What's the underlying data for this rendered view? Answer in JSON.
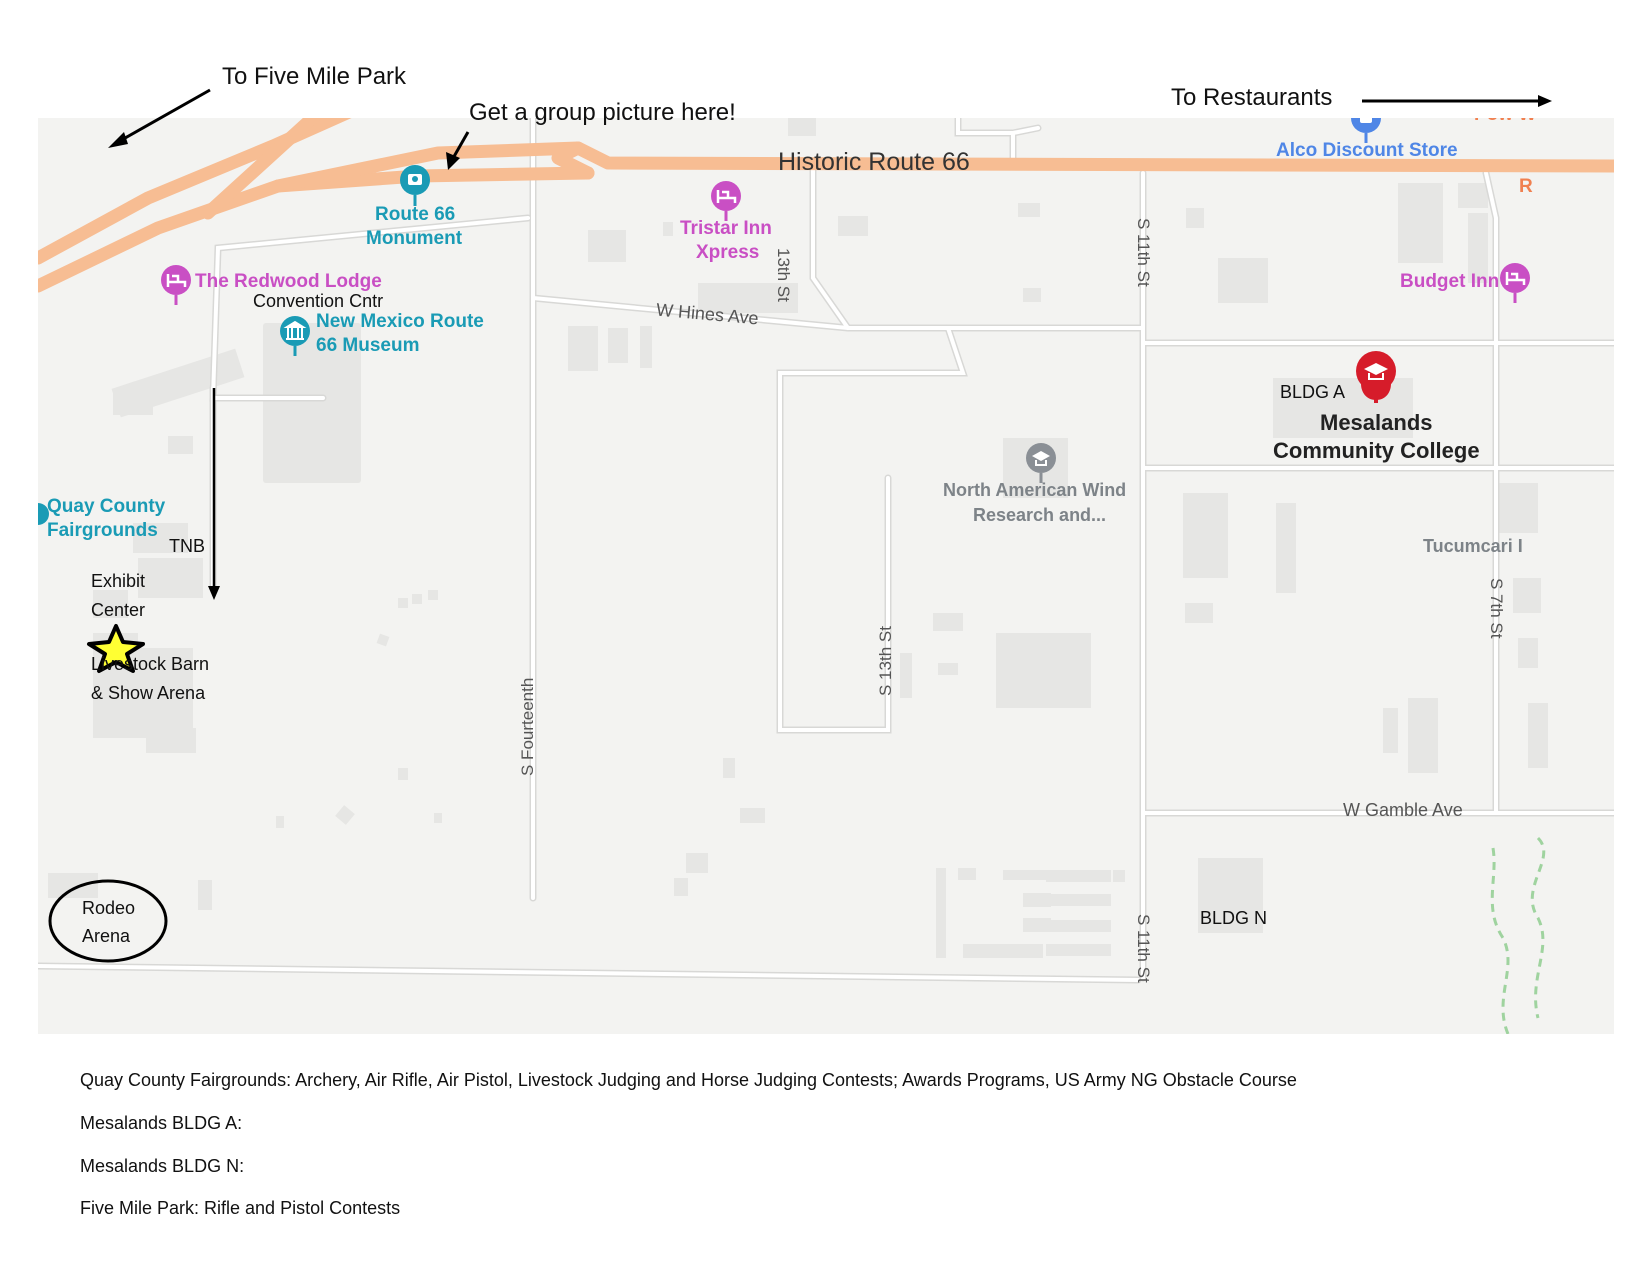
{
  "annotations": {
    "five_mile_park": "To Five Mile Park",
    "group_picture": "Get a group picture here!",
    "restaurants": "To Restaurants",
    "convention_center": "Convention Cntr",
    "tnb": "TNB",
    "exhibit_center_1": "Exhibit",
    "exhibit_center_2": "Center",
    "livestock_barn_1": "Livestock Barn",
    "livestock_barn_2": "& Show Arena",
    "rodeo_1": "Rodeo",
    "rodeo_2": "Arena",
    "bldg_a": "BLDG A",
    "bldg_n": "BLDG N"
  },
  "map": {
    "road_historic_66": "Historic Route 66",
    "road_w_hines": "W Hines Ave",
    "road_w_gamble": "W Gamble Ave",
    "road_13th_st": "13th St",
    "road_s_13th_st": "S 13th St",
    "road_s_11th_st_top": "S 11th St",
    "road_s_11th_st_bottom": "S 11th St",
    "road_s_fourteenth": "S Fourteenth",
    "road_s_7th_st": "S 7th St",
    "poi_route66_monument_1": "Route 66",
    "poi_route66_monument_2": "Monument",
    "poi_tristar_1": "Tristar Inn",
    "poi_tristar_2": "Xpress",
    "poi_redwood": "The Redwood Lodge",
    "poi_nm_museum_1": "New Mexico Route",
    "poi_nm_museum_2": "66 Museum",
    "poi_alco": "Alco Discount Store",
    "poi_budget_inn": "Budget Inn",
    "poi_mesalands_1": "Mesalands",
    "poi_mesalands_2": "Community College",
    "poi_wind_1": "North American Wind",
    "poi_wind_2": "Research and...",
    "poi_quay_1": "Quay County",
    "poi_quay_2": "Fairgrounds",
    "poi_tucumcari": "Tucumcari I",
    "poi_pow_partial": "Pow W",
    "poi_r_partial": "R",
    "colors": {
      "background": "#f3f3f1",
      "highway": "#f7bd93",
      "road": "#ffffff",
      "road_edge": "#d4d4d4",
      "building": "#e6e6e4",
      "teal_poi": "#1a9bb5",
      "magenta_poi": "#c94fc4",
      "blue_poi": "#4f86e6",
      "red_poi": "#d61c2a",
      "star": "#ffff33"
    }
  },
  "legend": {
    "fairgrounds": "Quay County Fairgrounds:  Archery, Air Rifle, Air Pistol, Livestock Judging and Horse Judging Contests; Awards Programs, US Army NG Obstacle Course",
    "bldg_a": "Mesalands BLDG A:",
    "bldg_n": "Mesalands BLDG N:",
    "five_mile": "Five Mile Park:  Rifle and Pistol Contests"
  }
}
